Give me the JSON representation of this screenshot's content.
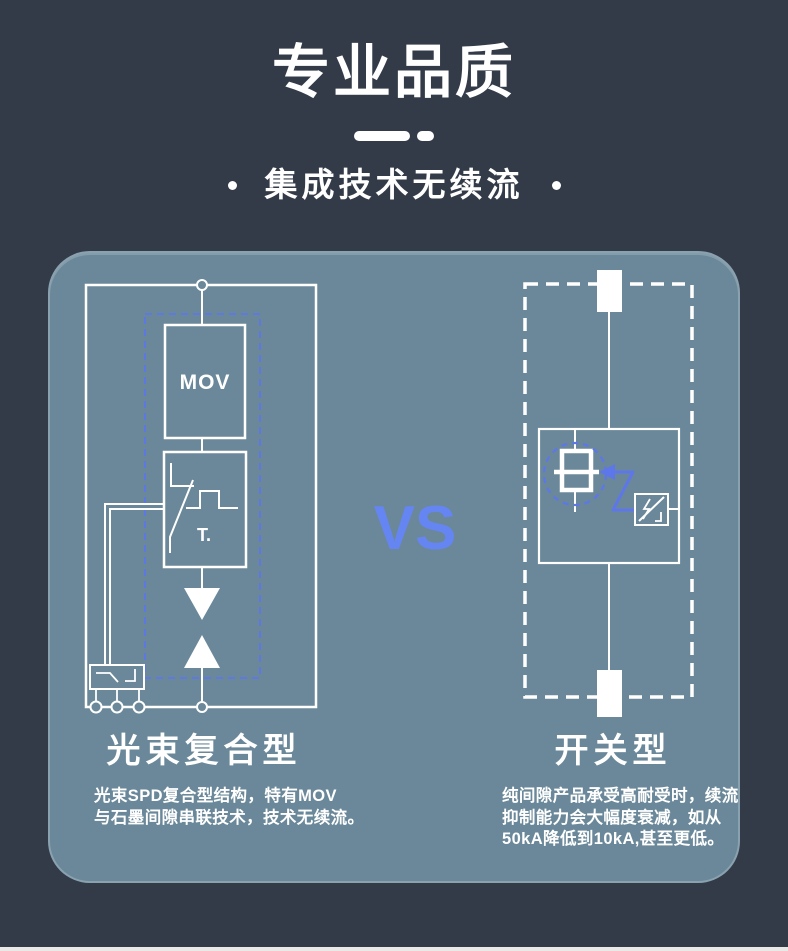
{
  "header": {
    "title": "专业品质",
    "subtitle": "集成技术无续流"
  },
  "comparison": {
    "vs_label": "VS",
    "left": {
      "caption": "光束复合型",
      "mov_label": "MOV",
      "t_label": "T.",
      "desc_lines": [
        "光束SPD复合型结构，特有MOV",
        "与石墨间隙串联技术，技术无续流。"
      ]
    },
    "right": {
      "caption": "开关型",
      "desc_lines": [
        "纯间隙产品承受高耐受时，续流",
        "抑制能力会大幅度衰减，如从",
        "50kA降低到10kA,甚至更低。"
      ]
    }
  },
  "colors": {
    "page_background": "#333B48",
    "card_background": "#6A8899",
    "line_white": "#FFFFFF",
    "accent_blue_dash": "#5D77EA",
    "vs_blue": "#6585F2",
    "bottom_strip": "#EAE9E7"
  }
}
